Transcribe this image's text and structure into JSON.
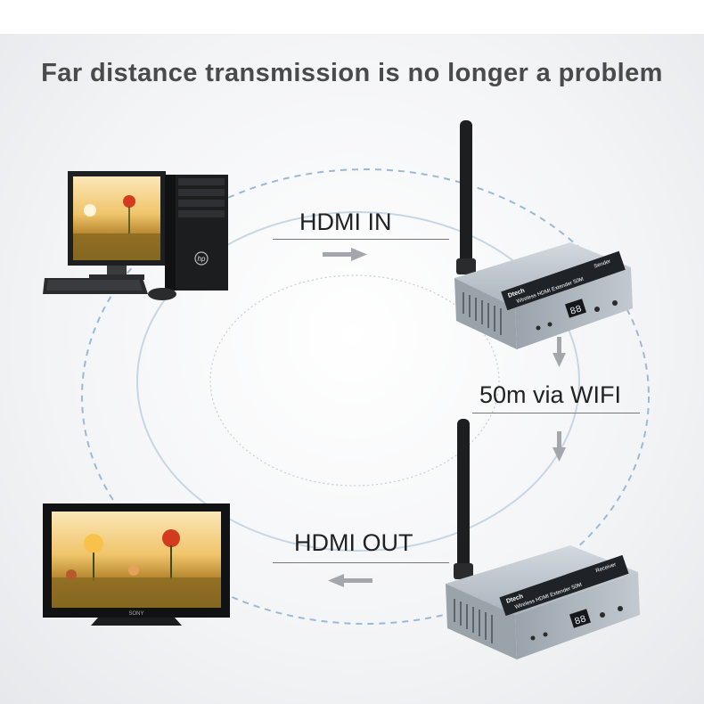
{
  "headline": "Far distance transmission is no longer a problem",
  "labels": {
    "hdmi_in": "HDMI IN",
    "hdmi_out": "HDMI OUT",
    "link": "50m via WIFI"
  },
  "devices": {
    "brand": "Dtech",
    "product": "Wireless HDMI Extender 50M",
    "sender_tag": "Sender",
    "receiver_tag": "Receiver",
    "display_digits": "88",
    "pc_brand": "hp",
    "tv_brand": "SONY"
  },
  "colors": {
    "headline": "#4a4a4a",
    "arrow": "#a3a7ab",
    "ring_dashed": "#9bb9d6",
    "ring_solid": "#c7d6e4",
    "box_body": "#aeb6be",
    "box_face": "#8c959e"
  }
}
